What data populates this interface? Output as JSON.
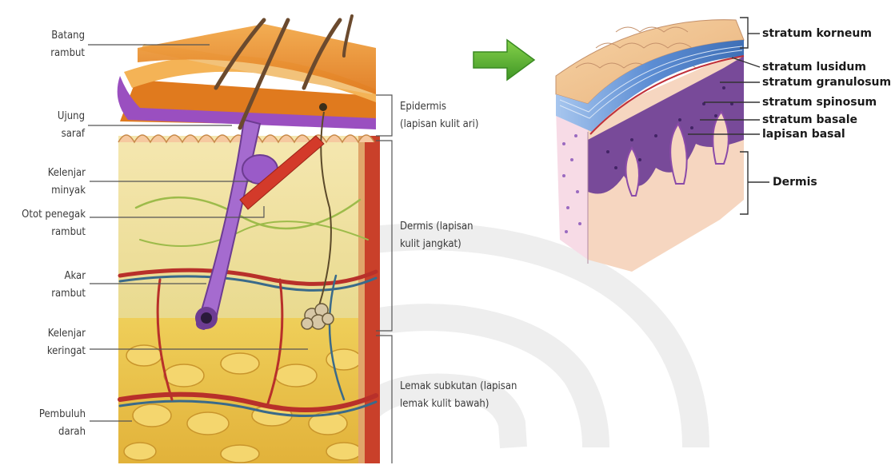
{
  "left_labels": {
    "batang_rambut": [
      "Batang",
      "rambut"
    ],
    "ujung_saraf": [
      "Ujung",
      "saraf"
    ],
    "kelenjar_minyak": [
      "Kelenjar",
      "minyak"
    ],
    "otot_penegak": [
      "Otot penegak",
      "rambut"
    ],
    "akar_rambut": [
      "Akar",
      "rambut"
    ],
    "kelenjar_keringat": [
      "Kelenjar",
      "keringat"
    ],
    "pembuluh_darah": [
      "Pembuluh",
      "darah"
    ]
  },
  "middle_labels": {
    "epidermis": [
      "Epidermis",
      "(lapisan kulit ari)"
    ],
    "dermis": [
      "Dermis (lapisan",
      "kulit jangkat)"
    ],
    "lemak": [
      "Lemak subkutan (lapisan",
      "lemak kulit bawah)"
    ]
  },
  "right_labels": {
    "korneum": "stratum korneum",
    "lusidum": "stratum lusidum",
    "granulosum": "stratum granulosum",
    "spinosum": "stratum spinosum",
    "basale": "stratum basale",
    "lapisan_basal": "lapisan basal",
    "dermis": "Dermis"
  },
  "colors": {
    "arrow": "#5bb030",
    "leader_line": "#555555",
    "epidermis_orange": "#e8862a",
    "epidermis_purple": "#9a4fc0",
    "dermis_yellow": "#f1e2a0",
    "fat_yellow": "#e9c24a",
    "vessel_red": "#b8302a",
    "vessel_blue": "#3a6a8a",
    "hair_brown": "#6b4a2e",
    "cross_section_tan": "#f3c89a",
    "cross_section_blue": "#5b8bd0",
    "cross_section_purple": "#6a3b95"
  }
}
